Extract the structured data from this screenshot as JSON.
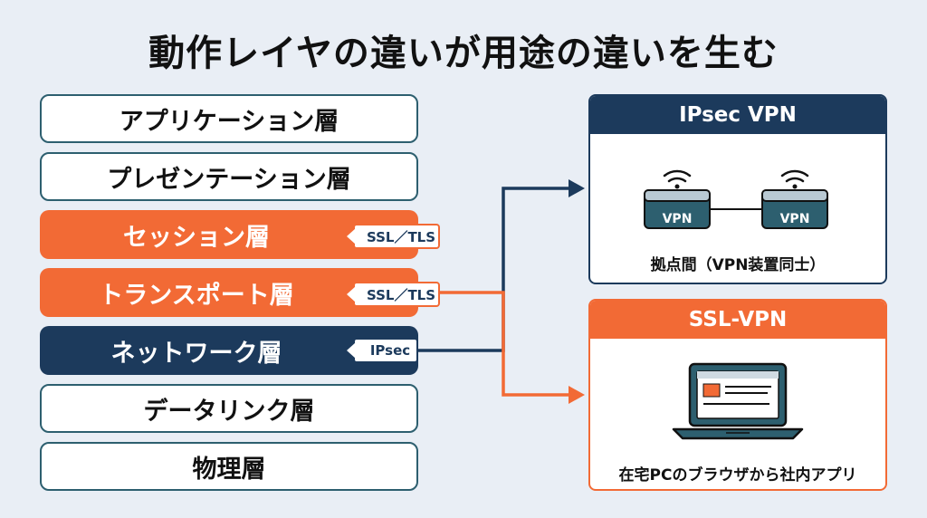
{
  "title": "動作レイヤの違いが用途の違いを生む",
  "layers": [
    {
      "label": "アプリケーション層"
    },
    {
      "label": "プレゼンテーション層"
    },
    {
      "label": "セッション層",
      "tag": "SSL／TLS"
    },
    {
      "label": "トランスポート層",
      "tag": "SSL／TLS"
    },
    {
      "label": "ネットワーク層",
      "tag": "IPsec"
    },
    {
      "label": "データリンク層"
    },
    {
      "label": "物理層"
    }
  ],
  "ipsec_box": {
    "title": "IPsec VPN",
    "device_left_label": "VPN",
    "device_right_label": "VPN",
    "caption": "拠点間（VPN装置同士）"
  },
  "ssl_box": {
    "title": "SSL-VPN",
    "caption": "在宅PCのブラウザから社内アプリ"
  },
  "colors": {
    "navy": "#1c3a5c",
    "orange": "#f26a35",
    "border": "#2d5f6f",
    "background": "#e9eef5"
  }
}
